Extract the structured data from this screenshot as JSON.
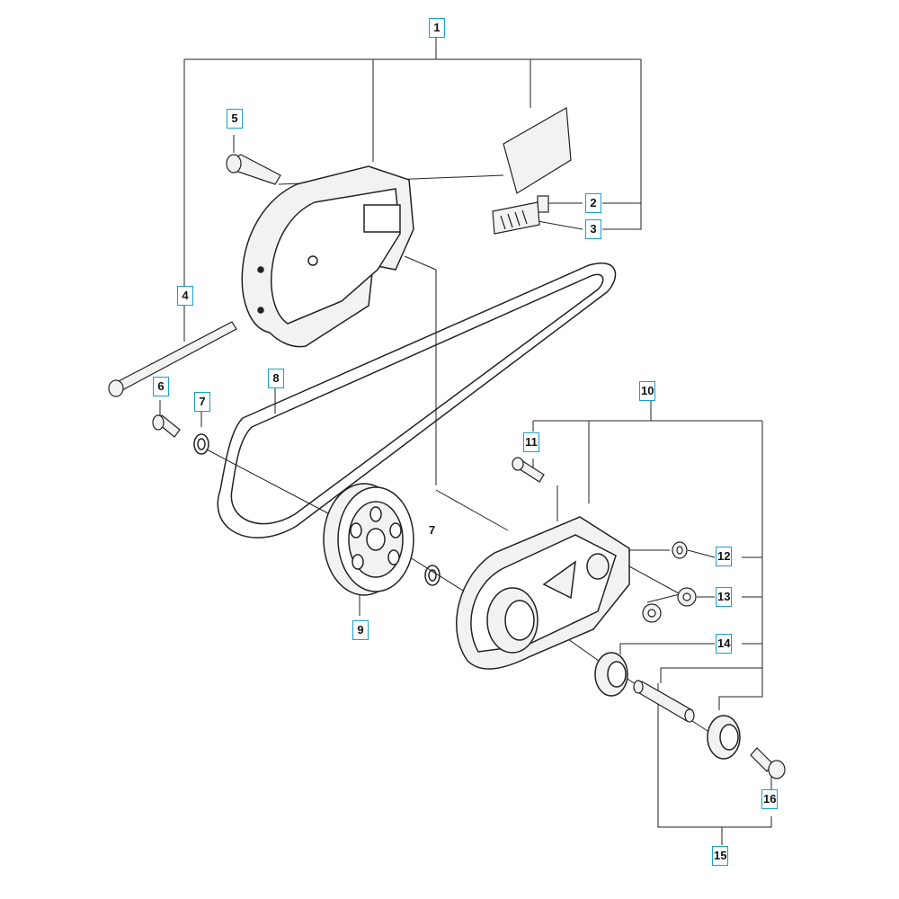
{
  "callouts": {
    "c1": "1",
    "c2": "2",
    "c3": "3",
    "c4": "4",
    "c5": "5",
    "c6": "6",
    "c7": "7",
    "c8": "8",
    "c9": "9",
    "c10": "10",
    "c11": "11",
    "c12": "12",
    "c13": "13",
    "c14": "14",
    "c15": "15",
    "c16": "16"
  },
  "plain_labels": {
    "p7": "7"
  },
  "colors": {
    "callout_border": "#1aa0c8",
    "line": "#222222",
    "part_fill": "#f2f2f2"
  }
}
